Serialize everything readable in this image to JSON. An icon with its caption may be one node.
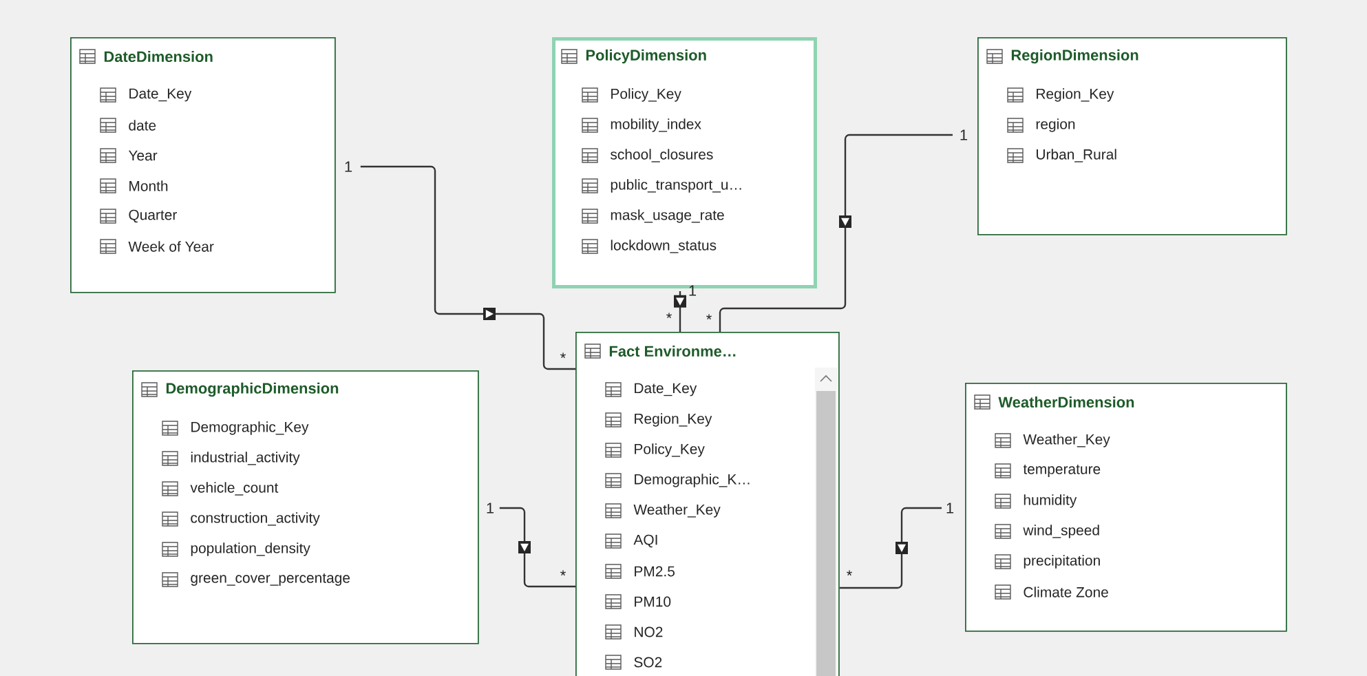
{
  "diagram": {
    "nodes": [
      {
        "text": [
          "DateDimension",
          "Date_Key",
          "date",
          "Year",
          "Month",
          "Quarter",
          "Week of Year"
        ]
      },
      {
        "text": [
          "PolicyDimension",
          "Policy_Key",
          "mobility_index",
          "school_closures",
          "public_transport_u…",
          "mask_usage_rate",
          "lockdown_status"
        ]
      },
      {
        "text": [
          "RegionDimension",
          "Region_Key",
          "region",
          "Urban_Rural"
        ]
      },
      {
        "text": [
          "DemographicDimension",
          "Demographic_Key",
          "industrial_activity",
          "vehicle_count",
          "construction_activity",
          "population_density",
          "green_cover_percentage"
        ]
      },
      {
        "text": [
          "Fact Environme…",
          "Date_Key",
          "Region_Key",
          "Policy_Key",
          "Demographic_K…",
          "Weather_Key",
          "AQI",
          "PM2.5",
          "PM10",
          "NO2",
          "SO2"
        ]
      },
      {
        "text": [
          "WeatherDimension",
          "Weather_Key",
          "temperature",
          "humidity",
          "wind_speed",
          "precipitation",
          "Climate Zone"
        ]
      }
    ],
    "edges": [
      {
        "from": 0,
        "to": 4,
        "arrow": "to"
      },
      {
        "from": 1,
        "to": 4,
        "arrow": "to"
      },
      {
        "from": 2,
        "to": 4,
        "arrow": "to"
      },
      {
        "from": 3,
        "to": 4,
        "arrow": "to"
      },
      {
        "from": 5,
        "to": 4,
        "arrow": "to"
      }
    ],
    "labels": [
      "1",
      "1",
      "1",
      "*",
      "*",
      "*",
      "1",
      "1",
      "*",
      "*"
    ]
  }
}
